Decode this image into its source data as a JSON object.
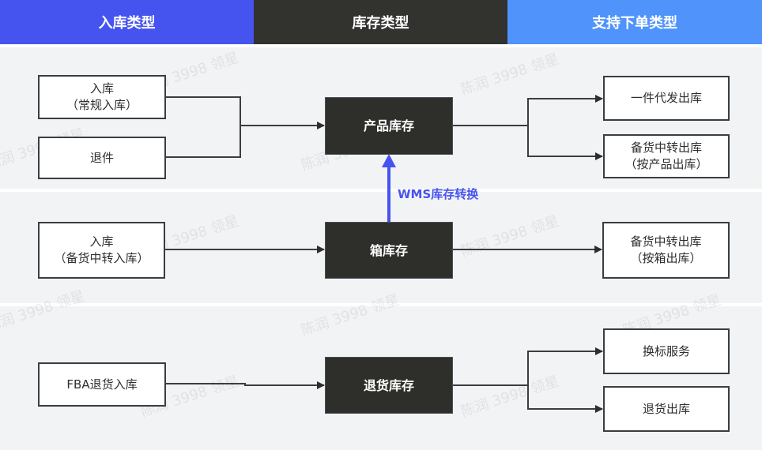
{
  "header": {
    "columns": [
      {
        "label": "入库类型",
        "color": "#4553ef"
      },
      {
        "label": "库存类型",
        "color": "#32322f"
      },
      {
        "label": "支持下单类型",
        "color": "#4f93fb"
      }
    ]
  },
  "rows": [
    {
      "inputs": [
        {
          "line1": "入库",
          "line2": "（常规入库）"
        },
        {
          "line1": "退件",
          "line2": ""
        }
      ],
      "inventory": "产品库存",
      "outputs": [
        {
          "line1": "一件代发出库",
          "line2": ""
        },
        {
          "line1": "备货中转出库",
          "line2": "（按产品出库）"
        }
      ]
    },
    {
      "inputs": [
        {
          "line1": "入库",
          "line2": "（备货中转入库）"
        }
      ],
      "inventory": "箱库存",
      "outputs": [
        {
          "line1": "备货中转出库",
          "line2": "（按箱出库）"
        }
      ]
    },
    {
      "inputs": [
        {
          "line1": "FBA退货入库",
          "line2": ""
        }
      ],
      "inventory": "退货库存",
      "outputs": [
        {
          "line1": "换标服务",
          "line2": ""
        },
        {
          "line1": "退货出库",
          "line2": ""
        }
      ]
    }
  ],
  "conversion": {
    "label": "WMS库存转换",
    "color": "#4653f0"
  },
  "watermark": "陈润 3998 领星"
}
